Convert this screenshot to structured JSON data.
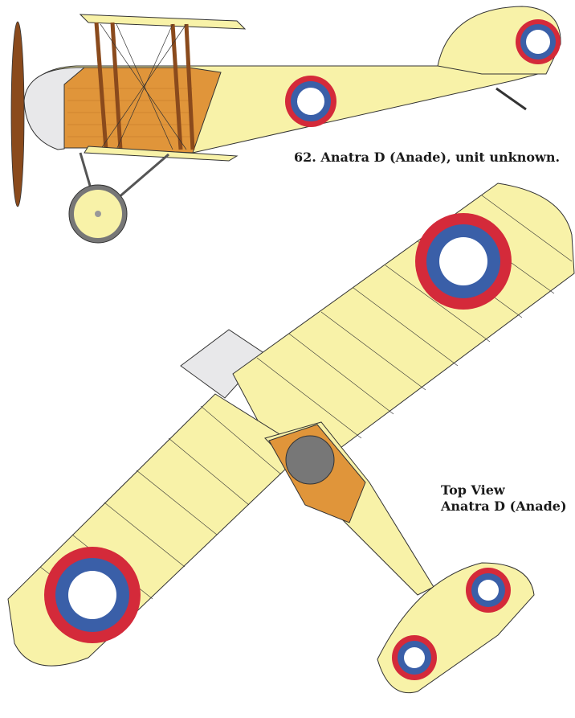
{
  "side_view": {
    "caption": "62. Anatra D (Anade), unit unknown."
  },
  "top_view": {
    "caption_line1": "Top View",
    "caption_line2": "Anatra D (Anade)"
  },
  "colors": {
    "fabric": "#f8f2a8",
    "wood": "#e0953a",
    "metal": "#e8e8ea",
    "roundel_red": "#d42a3a",
    "roundel_blue": "#3a5fa8",
    "roundel_white": "#ffffff",
    "propeller": "#8a4a1c",
    "outline": "#333333"
  }
}
